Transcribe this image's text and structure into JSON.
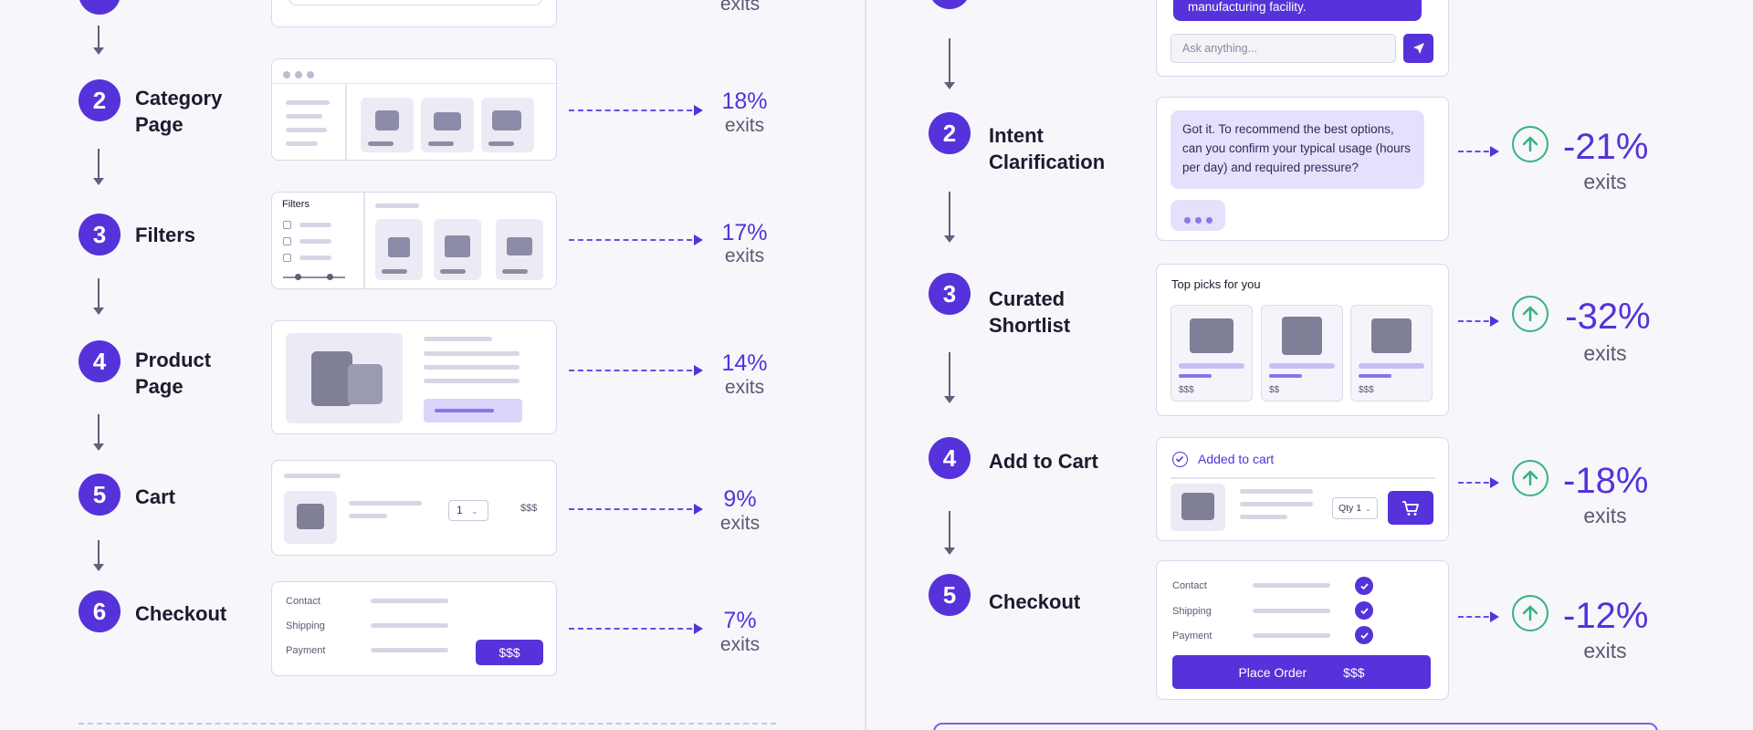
{
  "left_flow": {
    "top_exits_label": "exits",
    "steps": [
      {
        "num": "2",
        "label": "Category\nPage",
        "pct": "18%",
        "exits": "exits"
      },
      {
        "num": "3",
        "label": "Filters",
        "pct": "17%",
        "exits": "exits"
      },
      {
        "num": "4",
        "label": "Product\nPage",
        "pct": "14%",
        "exits": "exits"
      },
      {
        "num": "5",
        "label": "Cart",
        "pct": "9%",
        "exits": "exits"
      },
      {
        "num": "6",
        "label": "Checkout",
        "pct": "7%",
        "exits": "exits"
      }
    ],
    "filters_card_title": "Filters",
    "cart_qty": "1",
    "cart_price": "$$$",
    "checkout_fields": [
      "Contact",
      "Shipping",
      "Payment"
    ],
    "checkout_button": "$$$"
  },
  "right_flow": {
    "chat_bubble_top": "manufacturing facility.",
    "chat_placeholder": "Ask anything...",
    "steps": [
      {
        "num": "2",
        "label": "Intent\nClarification",
        "pct": "-21%",
        "exits": "exits"
      },
      {
        "num": "3",
        "label": "Curated\nShortlist",
        "pct": "-32%",
        "exits": "exits"
      },
      {
        "num": "4",
        "label": "Add to Cart",
        "pct": "-18%",
        "exits": "exits"
      },
      {
        "num": "5",
        "label": "Checkout",
        "pct": "-12%",
        "exits": "exits"
      }
    ],
    "intent_message": "Got it. To recommend the best options, can you confirm your typical usage (hours per day) and required pressure?",
    "shortlist_title": "Top picks for you",
    "shortlist_prices": [
      "$$$",
      "$$",
      "$$$"
    ],
    "added_to_cart": "Added to cart",
    "qty_label": "Qty 1",
    "checkout_fields": [
      "Contact",
      "Shipping",
      "Payment"
    ],
    "place_order": "Place Order",
    "place_order_price": "$$$"
  },
  "colors": {
    "accent": "#5532d9",
    "up_green": "#36b37e"
  }
}
